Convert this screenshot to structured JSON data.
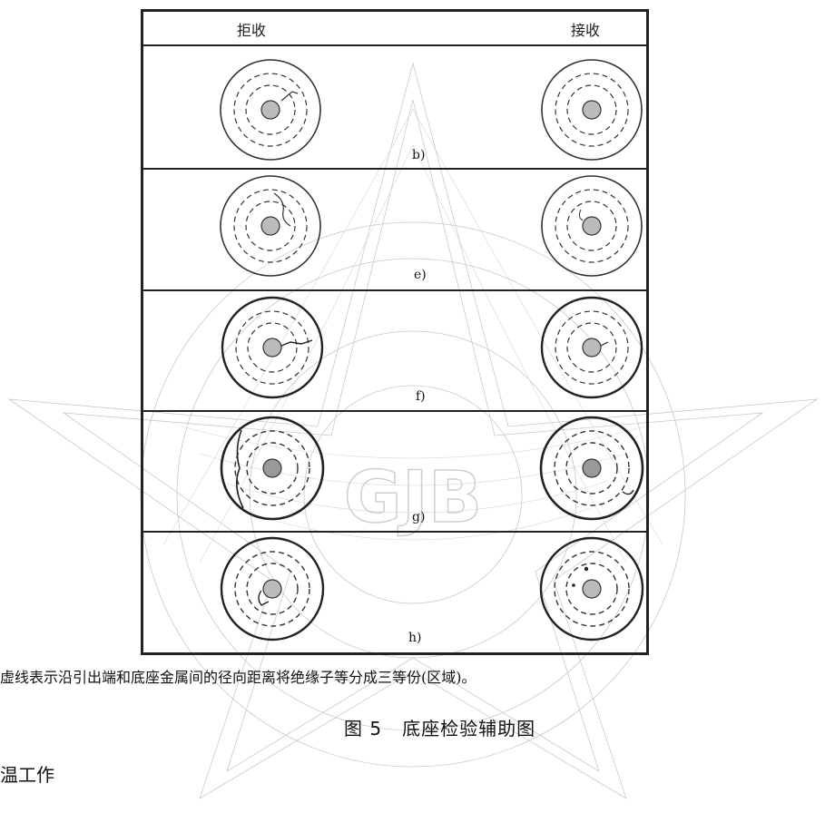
{
  "table": {
    "header_reject": "拒收",
    "header_accept": "接收",
    "rows": [
      {
        "label": "b)"
      },
      {
        "label": "e)"
      },
      {
        "label": "f)"
      },
      {
        "label": "g)"
      },
      {
        "label": "h)"
      }
    ]
  },
  "watermark_text": "GJB",
  "note": "虚线表示沿引出端和底座金属间的径向距离将绝缘子等分成三等份(区域)。",
  "figure_caption": "图 5   底座检验辅助图",
  "section_heading": "温工作"
}
